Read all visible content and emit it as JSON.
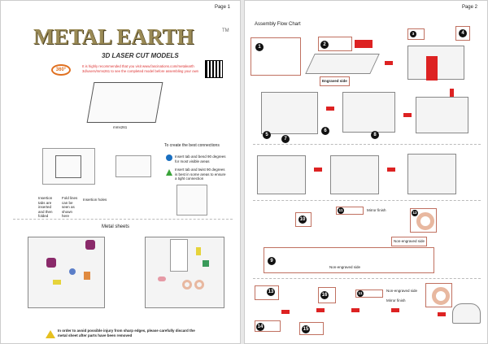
{
  "page1": {
    "page_label": "Page 1",
    "logo": {
      "title": "METAL EARTH",
      "tm": "TM",
      "subtitle": "3D LASER CUT MODELS"
    },
    "badge_360": "360°",
    "recommend_text": "It is highly recommended that you visit www.fascinations.com/metalearth 3d/users/mms261 to see the completed model before assembling your own",
    "model_code": "mms261",
    "connections": {
      "title": "To create the best connections",
      "bend": "Insert tab and bend 90 degrees for most visible areas",
      "twist": "Insert tab and twist 90 degrees is best in some areas to ensure a tight connection",
      "colors": {
        "bend": "#1a6fc0",
        "twist": "#3aa33a"
      }
    },
    "legend": {
      "tabs": "Insertion tabs are inserted and then folded",
      "folds": "Fold lines can be seen as shown here",
      "holes": "Insertion holes"
    },
    "metal_sheets_title": "Metal sheets",
    "warning": "In order to avoid possible injury from sharp edges, please carefully discard the metal sheet after parts have been removed"
  },
  "page2": {
    "page_label": "Page 2",
    "title": "Assembly Flow Chart",
    "engraved_side": "Engraved side",
    "mirror_finish": "Mirror finish",
    "non_engraved_side": "Non-engraved side",
    "steps": [
      "1",
      "2",
      "3",
      "4",
      "5",
      "6",
      "7",
      "8",
      "9",
      "10",
      "11",
      "12",
      "13",
      "14",
      "15",
      "16"
    ],
    "accent": "#d22222"
  }
}
